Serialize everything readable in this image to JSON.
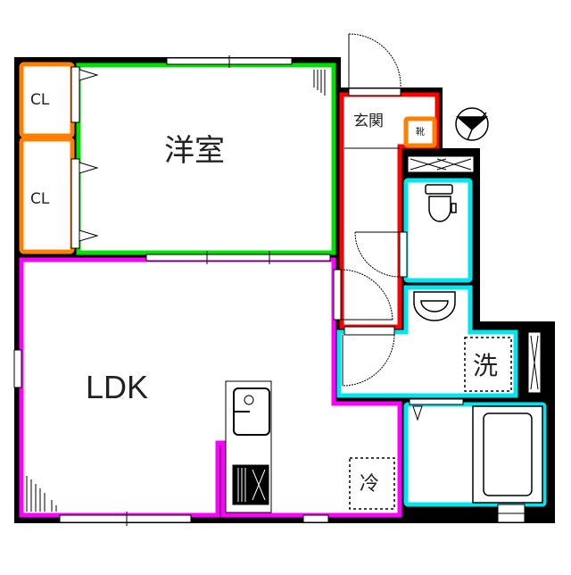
{
  "floorplan": {
    "rooms": [
      {
        "id": "closet-1",
        "label": "CL",
        "color": "#ff8000"
      },
      {
        "id": "closet-2",
        "label": "CL",
        "color": "#ff8000"
      },
      {
        "id": "western-room",
        "label": "洋室",
        "color": "#00e000"
      },
      {
        "id": "ldk",
        "label": "LDK",
        "color": "#ff00ff"
      },
      {
        "id": "entrance",
        "label": "玄関",
        "color": "#ff0000"
      },
      {
        "id": "shoe-box",
        "label": "靴",
        "color": "#ff8000"
      },
      {
        "id": "toilet",
        "label": "",
        "color": "#00e5ee"
      },
      {
        "id": "washroom",
        "label": "",
        "color": "#00e5ee"
      },
      {
        "id": "bathroom",
        "label": "",
        "color": "#00e5ee"
      }
    ],
    "fixtures": {
      "washing_machine": "洗",
      "refrigerator": "冷"
    },
    "compass": "north-arrow",
    "wall_color": "#000000"
  }
}
